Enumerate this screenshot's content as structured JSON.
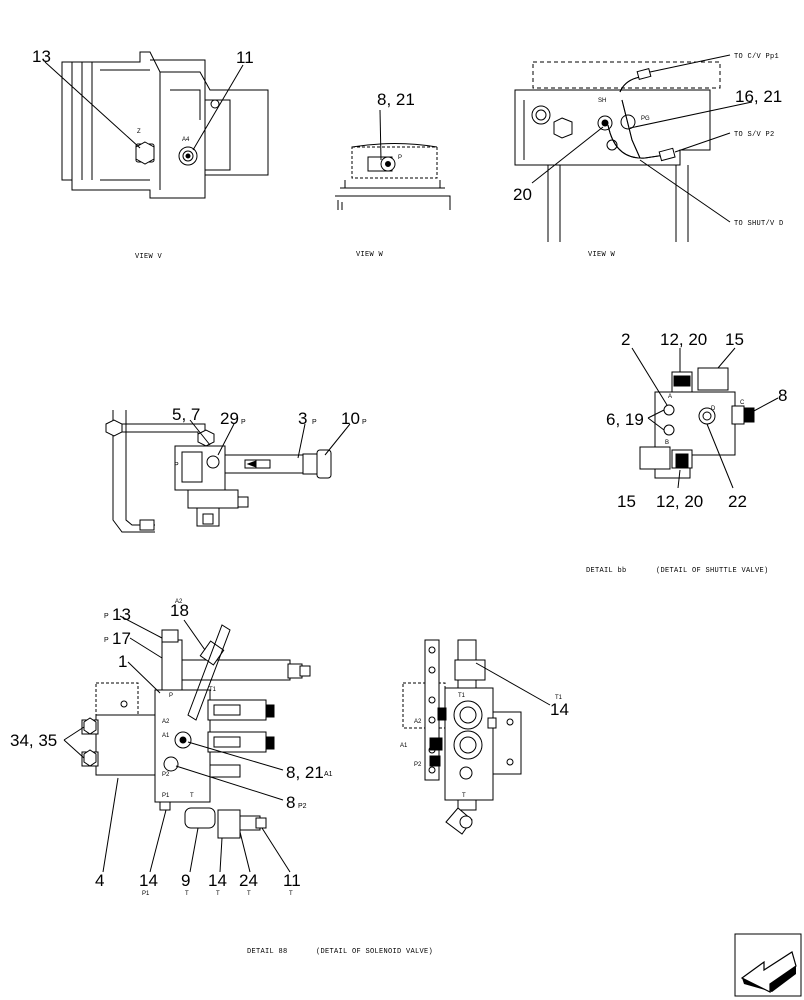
{
  "views": {
    "v": {
      "caption": "VIEW V",
      "callouts": {
        "c13": "13",
        "c11": "11"
      },
      "labels": {
        "z": "Z",
        "a4": "A4"
      }
    },
    "w": {
      "caption": "VIEW W",
      "callouts": {
        "c8_21": "8, 21"
      },
      "labels": {
        "p": "P"
      }
    },
    "x": {
      "caption": "VIEW W",
      "callouts": {
        "c16_21": "16, 21",
        "c20": "20"
      },
      "labels": {
        "sh": "SH",
        "pg": "PG"
      },
      "notes": {
        "to_cv": "TO C/V Pp1",
        "to_sv": "TO S/V P2",
        "to_shut": "TO SHUT/V D"
      }
    }
  },
  "middle": {
    "callouts": {
      "c5_7": "5, 7",
      "c29": "29",
      "c3": "3",
      "c10": "10"
    },
    "labels": {
      "p1": "P",
      "p2": "P",
      "p3": "P",
      "p4": "P"
    }
  },
  "detail_bb": {
    "caption_left": "DETAIL bb",
    "caption_right": "(DETAIL OF SHUTTLE VALVE)",
    "callouts": {
      "c2": "2",
      "c12_20_top": "12, 20",
      "c15_top": "15",
      "c8": "8",
      "c6_19": "6, 19",
      "c15_bot": "15",
      "c12_20_bot": "12, 20",
      "c22": "22"
    },
    "labels": {
      "a": "A",
      "b": "B",
      "c": "C",
      "d": "D"
    }
  },
  "detail_aa": {
    "caption_left": "DETAIL 88",
    "caption_right": "(DETAIL OF SOLENOID VALVE)",
    "callouts": {
      "c13": "13",
      "c17": "17",
      "c18": "18",
      "c1": "1",
      "c34_35": "34, 35",
      "c8_21": "8, 21",
      "c8": "8",
      "c4": "4",
      "c14a": "14",
      "c9": "9",
      "c14b": "14",
      "c24": "24",
      "c11": "11",
      "c14_right": "14"
    },
    "labels": {
      "p13": "P",
      "p17": "P",
      "a2_top": "A2",
      "p": "P",
      "t1": "T1",
      "a2": "A2",
      "a1": "A1",
      "p2": "P2",
      "p1": "P1",
      "t": "T",
      "sub_a1": "A1",
      "sub_p2": "P2",
      "sub_p1": "P1",
      "sub_t1": "T",
      "sub_t2": "T",
      "sub_t3": "T",
      "sub_t4": "T",
      "r_t1": "T1",
      "r_a2": "A2",
      "r_a1": "A1",
      "r_p2": "P2",
      "r_t": "T",
      "r_t1_side": "T1"
    }
  }
}
